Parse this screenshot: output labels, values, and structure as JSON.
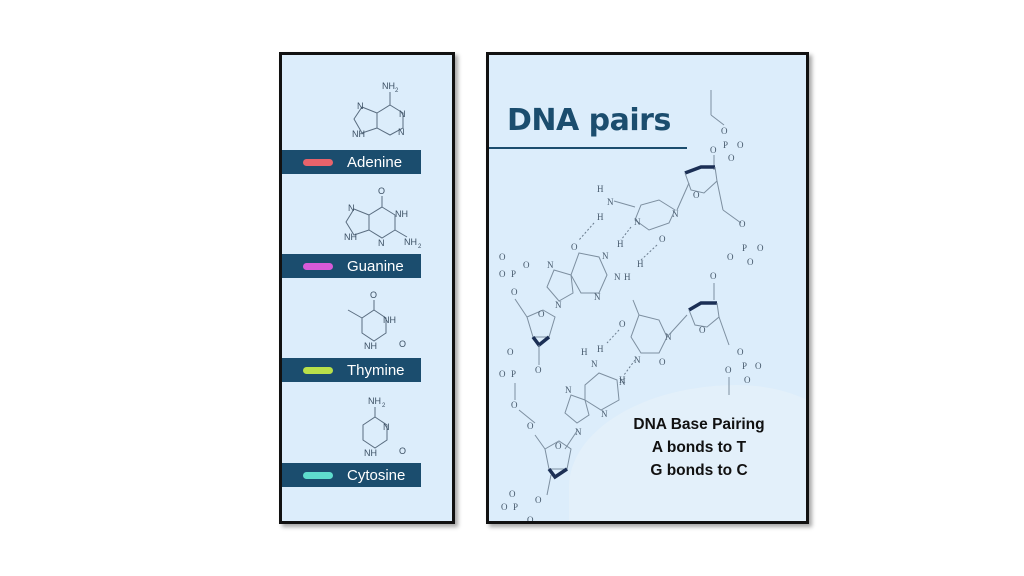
{
  "left_panel": {
    "bases": [
      {
        "name": "Adenine",
        "color": "#e8636b",
        "formula_labels": [
          "NH2",
          "N",
          "N",
          "NH",
          "N"
        ]
      },
      {
        "name": "Guanine",
        "color": "#d85ad8",
        "formula_labels": [
          "O",
          "N",
          "NH",
          "NH",
          "N",
          "NH2"
        ]
      },
      {
        "name": "Thymine",
        "color": "#b9e04a",
        "formula_labels": [
          "O",
          "NH",
          "NH",
          "O"
        ]
      },
      {
        "name": "Cytosine",
        "color": "#5fdccd",
        "formula_labels": [
          "NH2",
          "N",
          "NH",
          "O"
        ]
      }
    ]
  },
  "right_panel": {
    "title": "DNA pairs",
    "caption": {
      "line1": "DNA Base Pairing",
      "line2": "A bonds to T",
      "line3": "G bonds to C"
    }
  },
  "colors": {
    "panel_bg": "#dcedfb",
    "label_bar": "#1b4d6e",
    "title": "#1b4d6e",
    "border": "#111111"
  }
}
